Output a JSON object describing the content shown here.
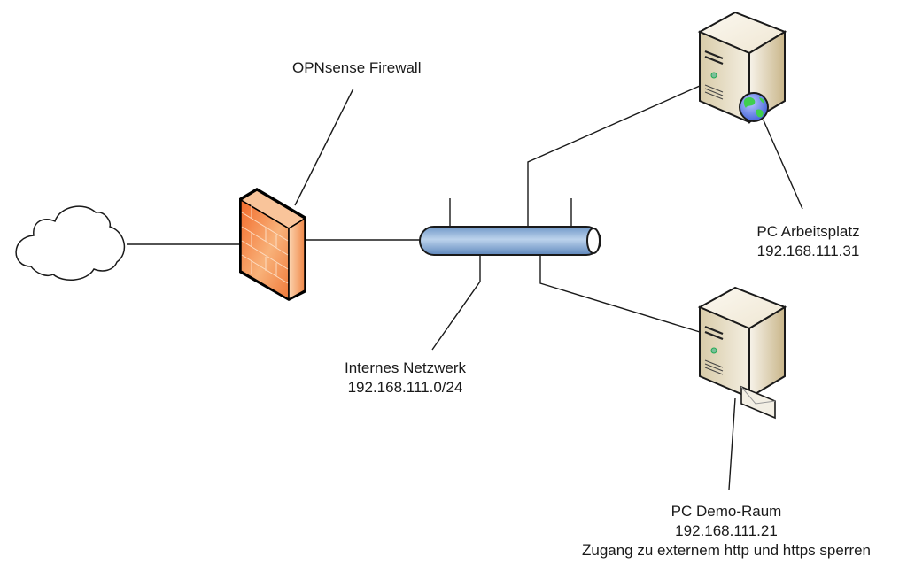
{
  "diagram": {
    "title": "OPNsense Netzwerk",
    "nodes": [
      {
        "id": "internet",
        "type": "cloud",
        "icon": "cloud-icon"
      },
      {
        "id": "firewall",
        "type": "firewall",
        "icon": "firewall-icon",
        "label": "OPNsense Firewall"
      },
      {
        "id": "lan",
        "type": "network-bus",
        "icon": "ethernet-bus-icon",
        "label": "Internes Netzwerk",
        "subnet": "192.168.111.0/24"
      },
      {
        "id": "pc-arbeitsplatz",
        "type": "server",
        "icon": "web-server-icon",
        "badge": "globe-icon",
        "label": "PC Arbeitsplatz",
        "ip": "192.168.111.31"
      },
      {
        "id": "pc-demo",
        "type": "server",
        "icon": "mail-server-icon",
        "badge": "envelope-icon",
        "label": "PC Demo-Raum",
        "ip": "192.168.111.21",
        "note": "Zugang zu externem http und https sperren"
      }
    ],
    "edges": [
      {
        "from": "internet",
        "to": "firewall"
      },
      {
        "from": "firewall",
        "to": "lan"
      },
      {
        "from": "lan",
        "to": "pc-arbeitsplatz"
      },
      {
        "from": "lan",
        "to": "pc-demo"
      }
    ],
    "colors": {
      "firewall": "#f07a3a",
      "bus": "#7fa6d3",
      "server": "#e8dcc3",
      "globe": "#5a7ee6",
      "line": "#1a1a1a"
    }
  }
}
